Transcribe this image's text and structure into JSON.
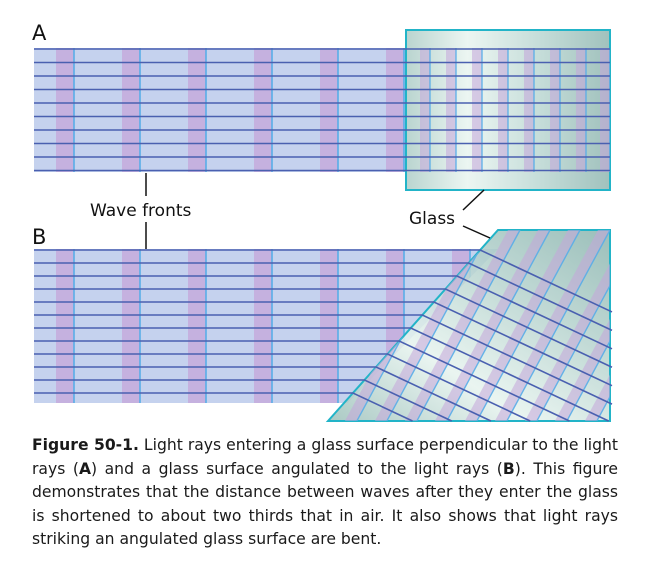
{
  "figure": {
    "panel_a_label": "A",
    "panel_b_label": "B",
    "wave_fronts_label": "Wave fronts",
    "glass_label": "Glass"
  },
  "caption": {
    "figure_number": "Figure 50-1.",
    "part1": " Light rays entering a glass surface perpendicular to the light rays (",
    "ref_a": "A",
    "part2": ") and a glass surface angulated to the light rays (",
    "ref_b": "B",
    "part3": "). This figure demonstrates that the distance between waves after they enter the glass is shortened to about two thirds that in air. It also shows that light rays striking an angulated glass surface are bent."
  },
  "colors": {
    "air_fill": "#c5d2ee",
    "ray_line": "#4a60b0",
    "wavefront_band": "#c4a6da",
    "wavefront_line": "#58aee8",
    "glass_edge": "#22b4c8",
    "glass_light": "#e4f1ec",
    "glass_dark": "#86b0aa"
  }
}
